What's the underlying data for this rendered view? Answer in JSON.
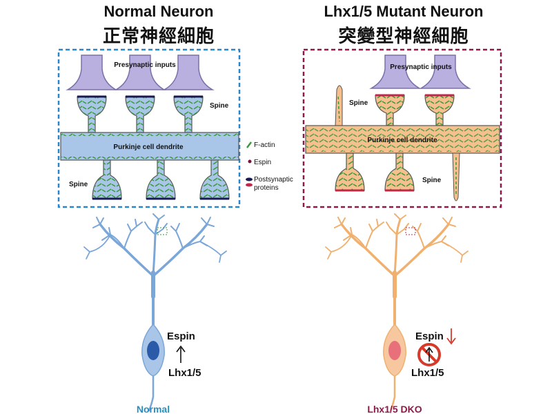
{
  "left": {
    "title_en": "Normal Neuron",
    "title_zh": "正常神經細胞",
    "presynaptic": "Presynaptic inputs",
    "spine_top": "Spine",
    "dendrite": "Purkinje cell dendrite",
    "spine_bottom": "Spine",
    "espin": "Espin",
    "lhx": "Lhx1/5",
    "caption": "Normal"
  },
  "right": {
    "title_en": "Lhx1/5 Mutant Neuron",
    "title_zh": "突變型神經細胞",
    "presynaptic": "Presynaptic inputs",
    "spine_top": "Spine",
    "dendrite": "Purkinje cell dendrite",
    "spine_bottom": "Spine",
    "espin": "Espin",
    "lhx": "Lhx1/5",
    "caption": "Lhx1/5 DKO"
  },
  "legend": {
    "factin": "F-actin",
    "espin": "Espin",
    "post1": "Postsynaptic",
    "post2": "proteins"
  },
  "colors": {
    "normal_box": "#2a86c6",
    "mutant_box": "#8b1a4a",
    "presynaptic": "#b9b0e0",
    "normal_dendrite": "#a9c6e8",
    "mutant_dendrite": "#f5c08e",
    "normal_neuron": "#7aa6d8",
    "mutant_neuron": "#f0b070",
    "factin": "#3a9a3a",
    "espin": "#7a1040",
    "caption_normal": "#2a8fc0",
    "caption_mutant": "#8b1a4a",
    "down_arrow": "#d63a2a"
  }
}
